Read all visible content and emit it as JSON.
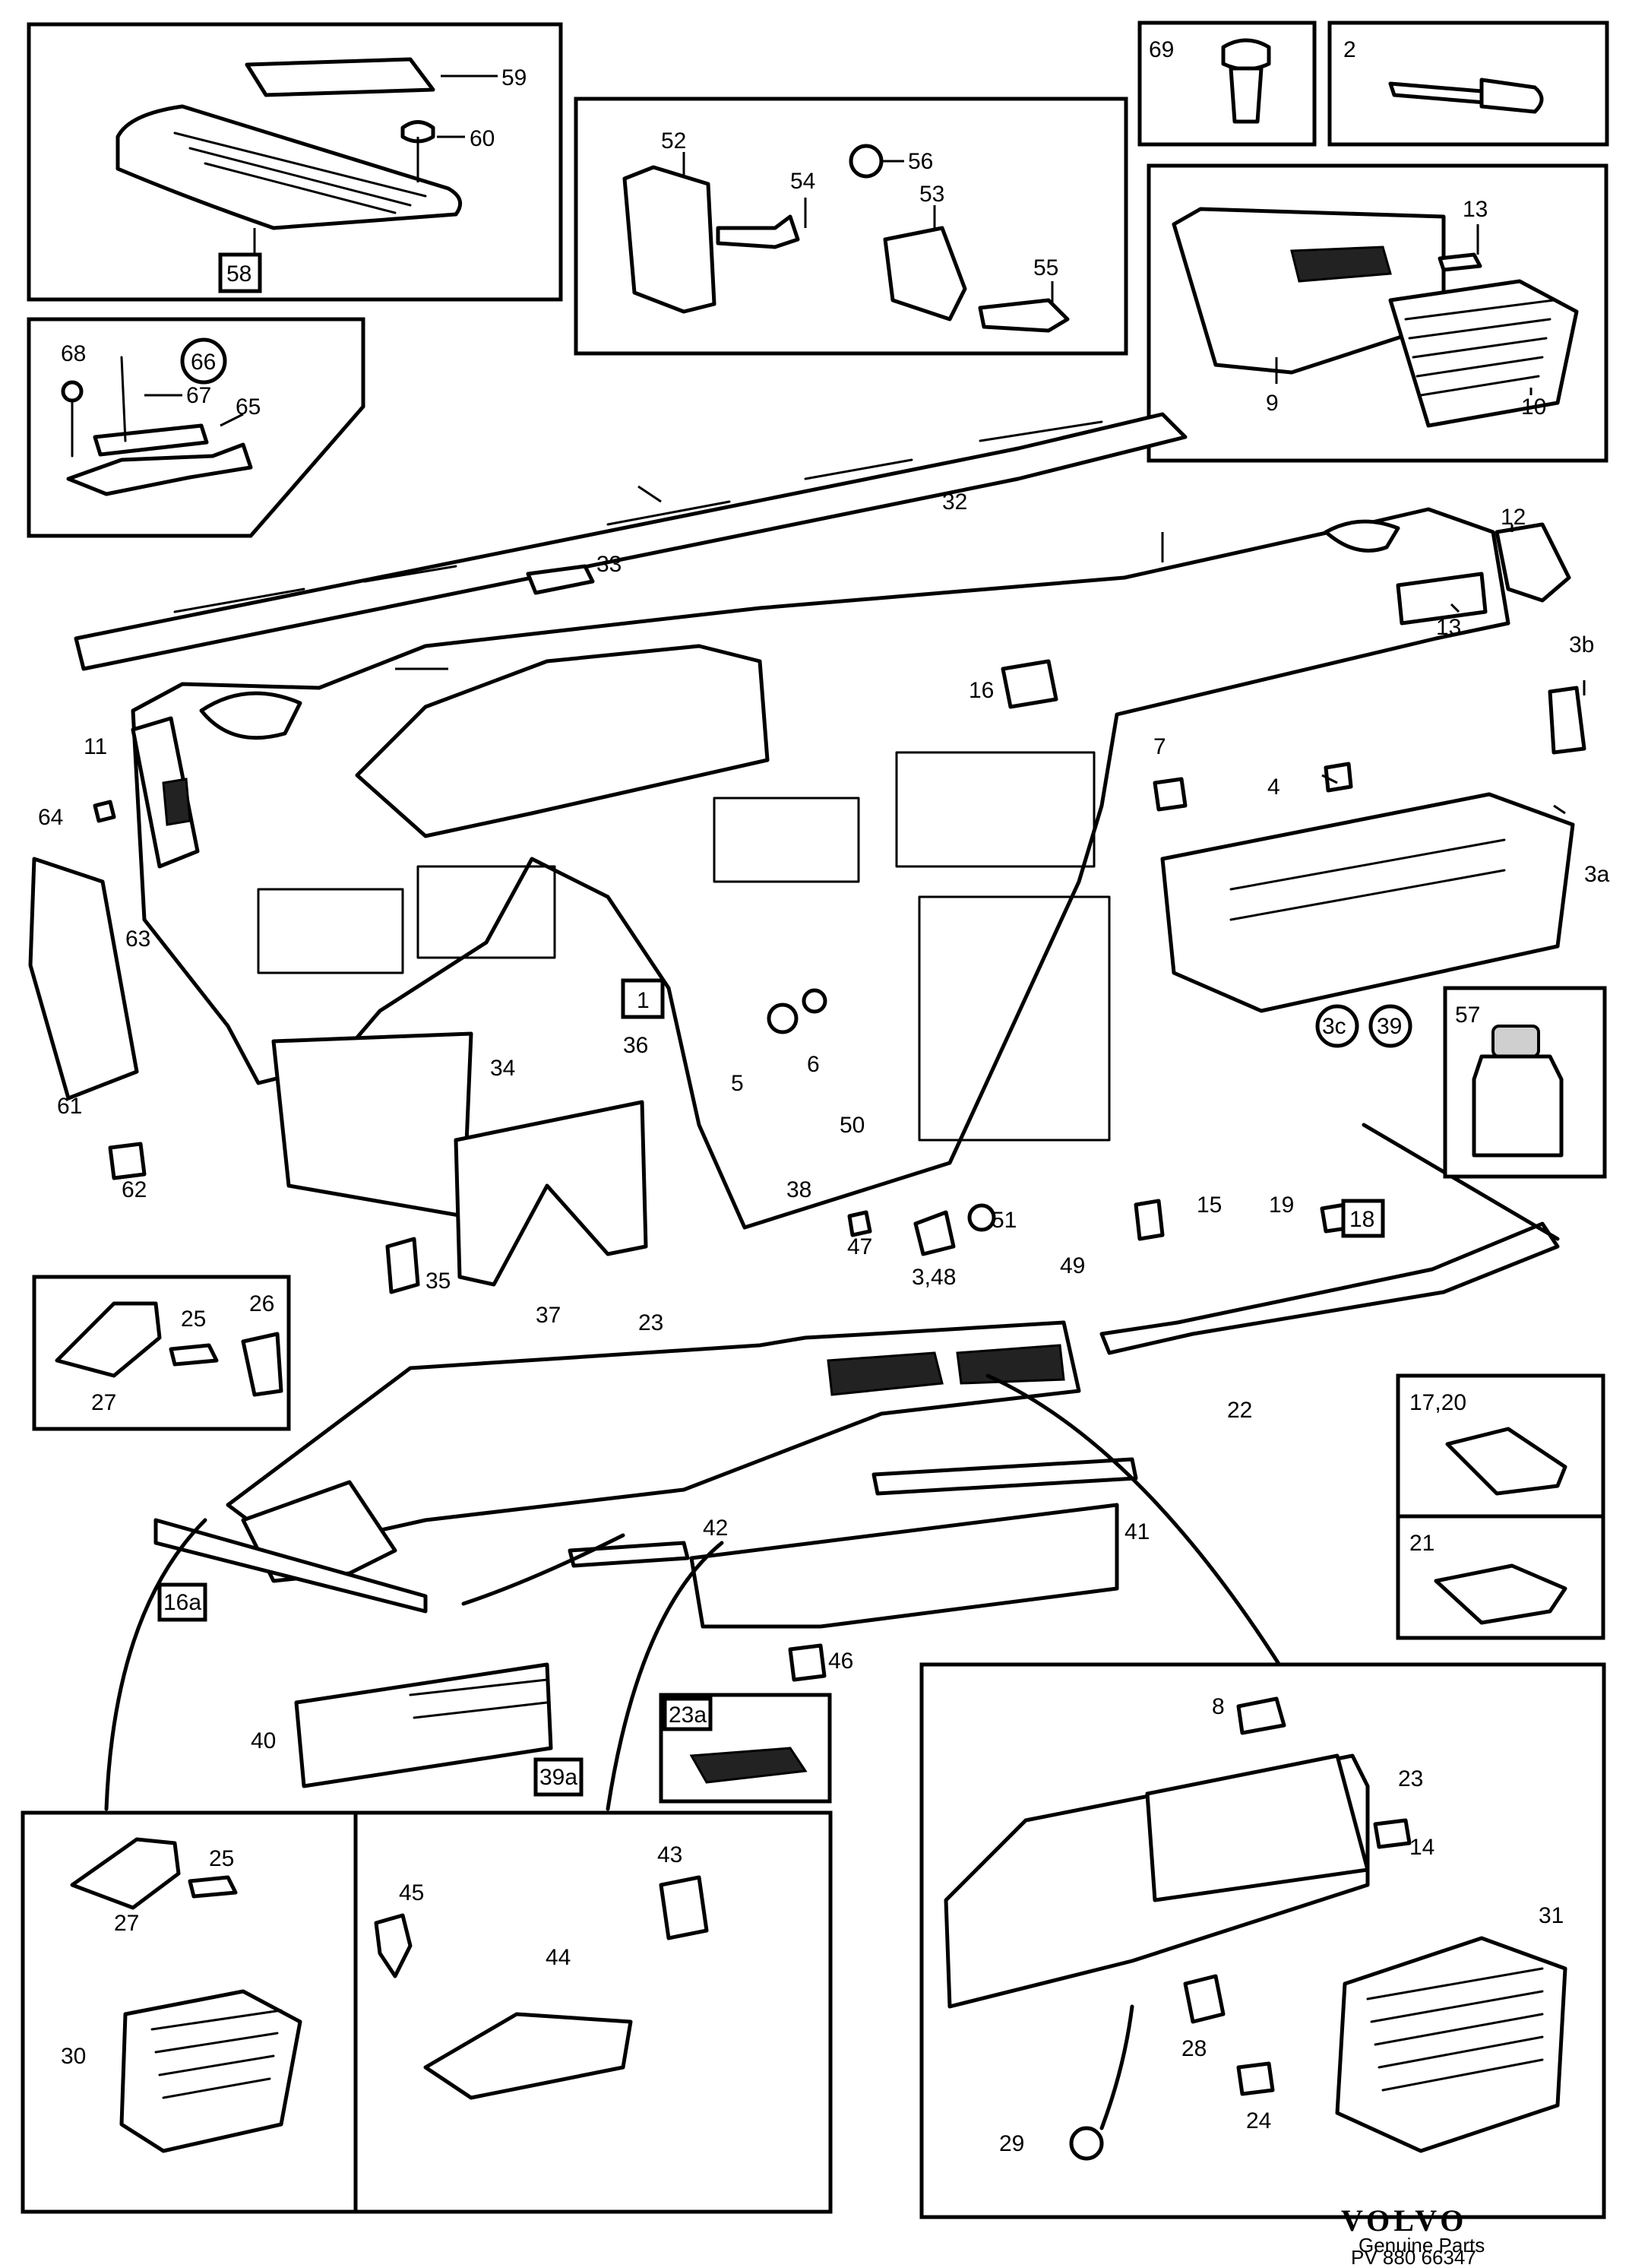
{
  "labels": {
    "p1": "1",
    "p2": "2",
    "p3a": "3a",
    "p3b": "3b",
    "p3c": "3c",
    "p348": "3,48",
    "p4": "4",
    "p5": "5",
    "p6": "6",
    "p7": "7",
    "p8": "8",
    "p9": "9",
    "p10": "10",
    "p11": "11",
    "p12": "12",
    "p13a": "13",
    "p13b": "13",
    "p14": "14",
    "p15": "15",
    "p16": "16",
    "p16a": "16a",
    "p1720": "17,20",
    "p18": "18",
    "p19": "19",
    "p21": "21",
    "p22": "22",
    "p23a": "23",
    "p23b": "23",
    "p23c": "23a",
    "p24": "24",
    "p25a": "25",
    "p25b": "25",
    "p26": "26",
    "p27a": "27",
    "p27b": "27",
    "p28": "28",
    "p29": "29",
    "p30": "30",
    "p31": "31",
    "p32": "32",
    "p33": "33",
    "p34": "34",
    "p35": "35",
    "p36": "36",
    "p37": "37",
    "p38": "38",
    "p39": "39",
    "p39a": "39a",
    "p40": "40",
    "p41": "41",
    "p42": "42",
    "p43": "43",
    "p44": "44",
    "p45": "45",
    "p46": "46",
    "p47": "47",
    "p49": "49",
    "p50": "50",
    "p51": "51",
    "p52": "52",
    "p53": "53",
    "p54": "54",
    "p55": "55",
    "p56": "56",
    "p57": "57",
    "p58": "58",
    "p59": "59",
    "p60": "60",
    "p61": "61",
    "p62": "62",
    "p63": "63",
    "p64": "64",
    "p65": "65",
    "p66": "66",
    "p67": "67",
    "p68": "68",
    "p69": "69"
  },
  "footer": {
    "brand": "VOLVO",
    "subtitle": "Genuine Parts",
    "code": "PV 880 66347"
  }
}
